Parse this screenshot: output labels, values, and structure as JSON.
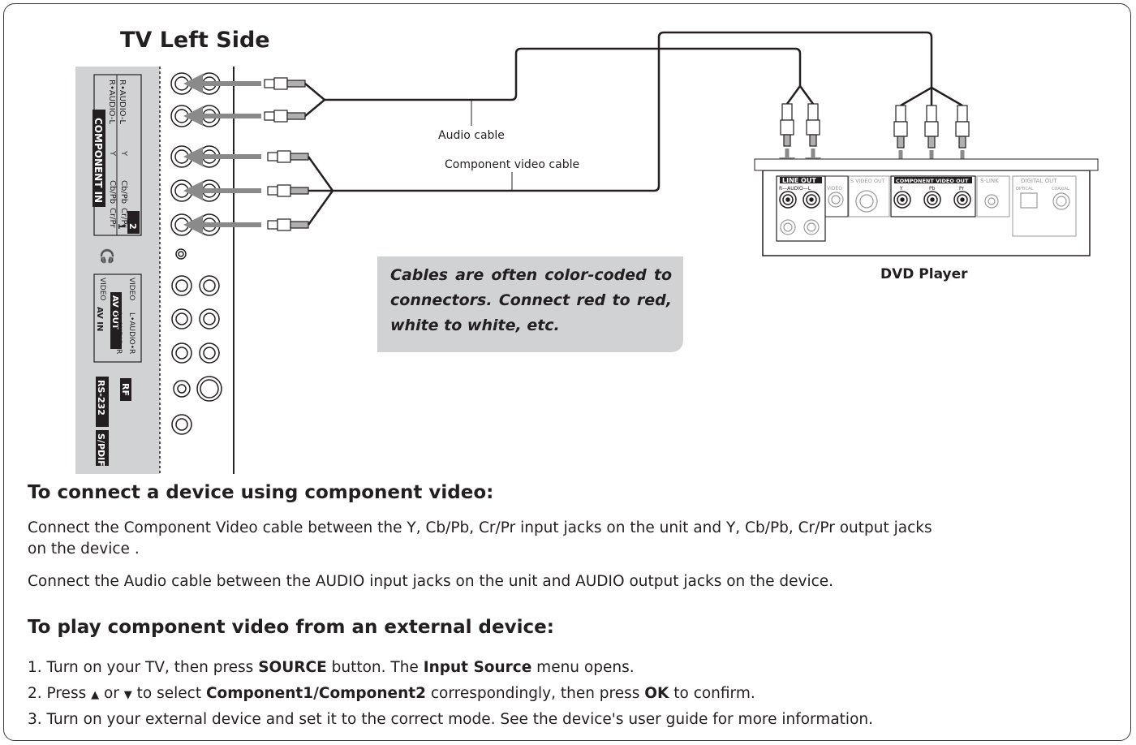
{
  "diagram": {
    "tv_title": "TV Left Side",
    "audio_cable_label": "Audio cable",
    "component_cable_label": "Component video cable",
    "dvd_label": "DVD Player",
    "note": "Cables are often color-coded to connectors. Connect red to red, white to white, etc.",
    "tv_panel": {
      "component_label": "COMPONENT IN",
      "rows": [
        "R•AUDIO-L",
        "Y",
        "Cb/Pb",
        "Cr/Pr"
      ],
      "input1": "1",
      "input2": "2",
      "av_in": "AV IN",
      "av_out": "AV OUT",
      "video": "VIDEO",
      "audio_lr": "L•AUDIO•R",
      "rf": "RF",
      "rs232": "RS-232",
      "spdif": "S/PDIF"
    },
    "dvd_panel": {
      "line_out": "LINE OUT",
      "line_out_sub": "R—AUDIO—L",
      "video": "VIDEO",
      "s_video_out": "S VIDEO OUT",
      "component_out": "COMPONENT VIDEO OUT",
      "y": "Y",
      "pb": "Pb",
      "pr": "Pr",
      "s_link": "S-LINK",
      "digital_out": "DIGITAL OUT",
      "optical": "OPTICAL",
      "coaxial": "COAXIAL"
    }
  },
  "section1": {
    "heading": "To connect a device using component video:",
    "para1_line1": "Connect the Component Video cable between the Y, Cb/Pb, Cr/Pr input jacks on the unit and Y, Cb/Pb, Cr/Pr output jacks",
    "para1_line2": "on the device .",
    "para2": "Connect the Audio cable between the AUDIO input jacks on the unit and AUDIO output jacks on the device."
  },
  "section2": {
    "heading": "To play component video from an external device:",
    "step1": {
      "prefix": "1. Turn on your TV,  then press ",
      "source": "SOURCE",
      "middle": " button. The ",
      "input_source": "Input Source",
      "suffix": " menu opens."
    },
    "step2": {
      "prefix": "2. Press ",
      "up": "▲",
      "or": " or ",
      "down": "▼",
      "to_select": " to select ",
      "component": "Component1/Component2",
      "then": " correspondingly, then press ",
      "ok": "OK",
      "suffix": " to confirm."
    },
    "step3": "3. Turn on your external device and set it to the correct mode. See the device's user guide for more information."
  },
  "colors": {
    "panel_gray": "#d1d2d4",
    "arrow_gray": "#8a8a8a",
    "text": "#231f20"
  }
}
